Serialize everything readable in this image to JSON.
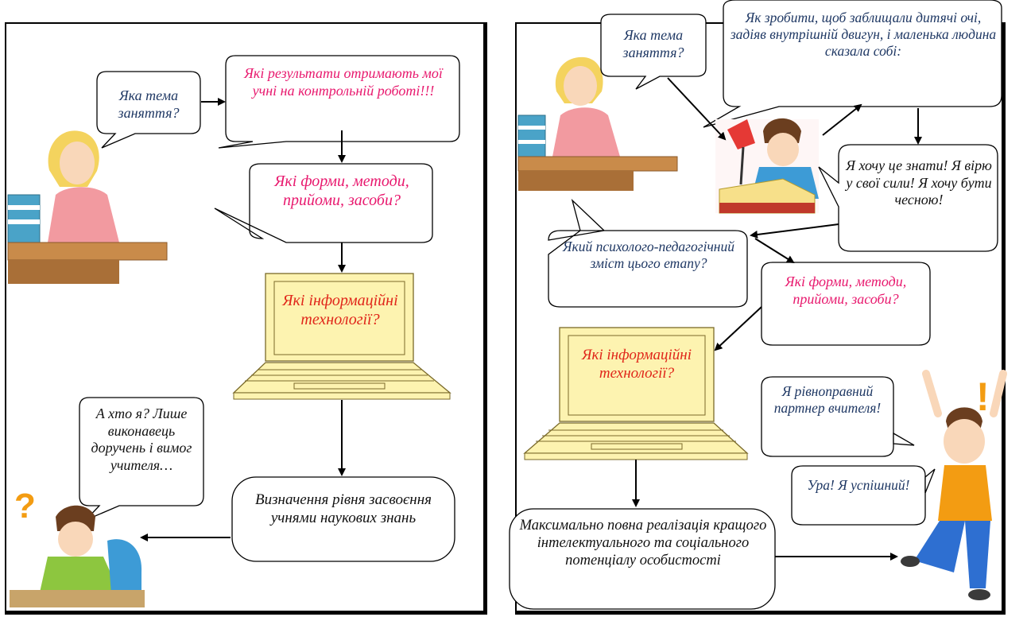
{
  "left": {
    "q_topic": "Яка тема заняття?",
    "q_results": "Які результати отримають мої учні на контрольній роботі!!!",
    "q_methods": "Які форми, методи, прийоми, засоби?",
    "q_it": "Які інформаційні технології?",
    "outcome": "Визначення рівня засвоєння учнями наукових знань",
    "student_thought": "А хто я? Лише виконавець доручень і вимог учителя…",
    "mark": "?"
  },
  "right": {
    "q_topic": "Яка тема заняття?",
    "q_motivate": "Як зробити, щоб заблищали дитячі очі, задіяв внутрішній двигун, і маленька людина сказала собі:",
    "student_says": "Я хочу це знати! Я вірю у свої сили! Я хочу бути чесною!",
    "q_content": "Який психолого-педагогічний зміст цього етапу?",
    "q_methods": "Які форми, методи, прийоми, засоби?",
    "q_it": "Які інформаційні технології?",
    "outcome": "Максимально повна реалізація кращого інтелектуального та соціального потенціалу особистості",
    "partner": "Я рівноправний партнер вчителя!",
    "success": "Ура! Я успішний!",
    "mark": "!"
  },
  "colors": {
    "navy": "#1f3864",
    "pink": "#e8196e",
    "red": "#e0261a",
    "laptop": "#fdf3b0",
    "accent": "#f39c12"
  }
}
